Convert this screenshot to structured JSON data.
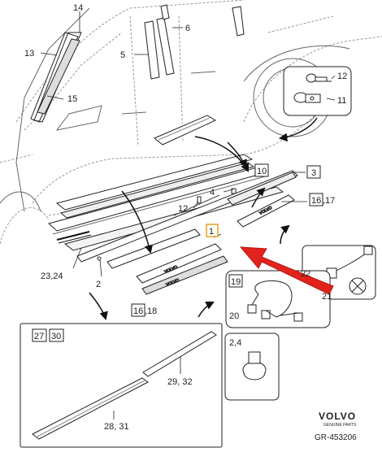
{
  "callouts": {
    "c14": "14",
    "c6": "6",
    "c13": "13",
    "c5": "5",
    "c15": "15",
    "c12a": "12",
    "c11": "11",
    "c10": "10",
    "c3": "3",
    "c4": "4",
    "c16a": "16",
    "c17": ",17",
    "c12b": "12",
    "c1": "1",
    "c22": "22",
    "c23": "23,24",
    "c2": "2",
    "c19": "19",
    "c21": "21",
    "c16b": "16",
    "c18": ",18",
    "c20": "20",
    "c27": "27",
    "c30": "30",
    "c24": "2,4",
    "c2932": "29, 32",
    "c2831": "28, 31"
  },
  "brand": {
    "logo": "VOLVO",
    "sub": "GENUINE PARTS",
    "code": "GR-453206"
  },
  "colors": {
    "line": "#333333",
    "highlight_box": "#e8a020",
    "arrow": "#e0231d"
  }
}
